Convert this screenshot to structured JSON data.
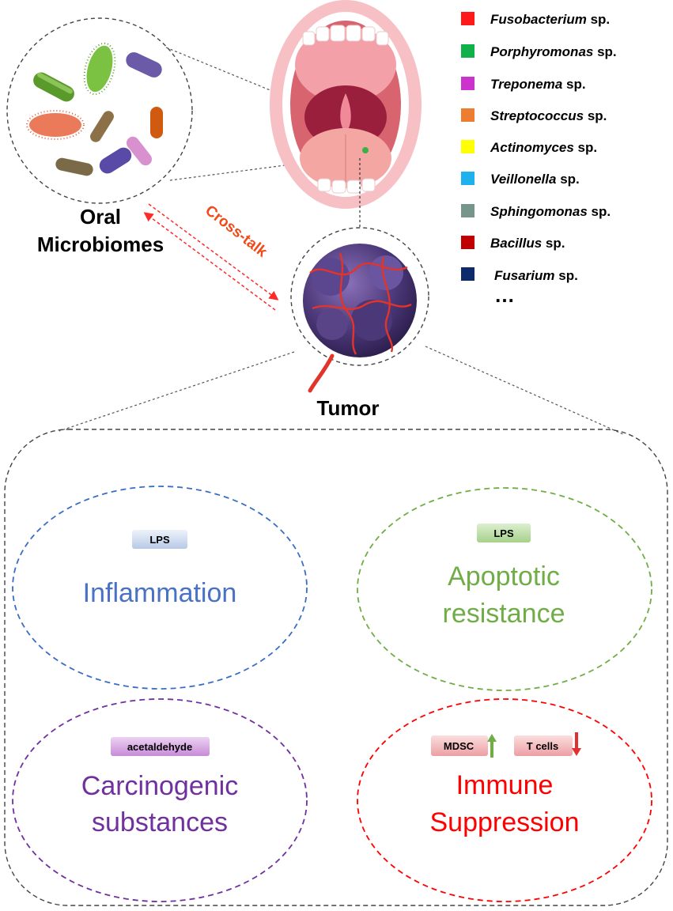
{
  "labels": {
    "oral_line1": "Oral",
    "oral_line2": "Microbiomes",
    "tumor": "Tumor",
    "crosstalk": "Cross-talk"
  },
  "legend": {
    "items": [
      {
        "genus": "Fusobacterium",
        "suffix": " sp.",
        "color": "#ff1a1a"
      },
      {
        "genus": "Porphyromonas",
        "suffix": " sp.",
        "color": "#12b04a"
      },
      {
        "genus": "Treponema",
        "suffix": " sp.",
        "color": "#cc33cc"
      },
      {
        "genus": "Streptococcus",
        "suffix": " sp.",
        "color": "#ed7d31"
      },
      {
        "genus": "Actinomyces",
        "suffix": " sp.",
        "color": "#ffff00"
      },
      {
        "genus": "Veillonella",
        "suffix": " sp.",
        "color": "#1fb0ee"
      },
      {
        "genus": "Sphingomonas",
        "suffix": " sp.",
        "color": "#76958b"
      },
      {
        "genus": "Bacillus",
        "suffix": " sp.",
        "color": "#c00000"
      },
      {
        "genus": "Fusarium",
        "suffix": " sp.",
        "color": "#0d2b6b"
      }
    ],
    "more": "…"
  },
  "effects": {
    "inflammation": {
      "tag": "LPS",
      "line1": "Inflammation",
      "line2": "",
      "color": "#4a72c4"
    },
    "apoptotic": {
      "tag": "LPS",
      "line1": "Apoptotic",
      "line2": "resistance",
      "color": "#70ad47"
    },
    "carcinogenic": {
      "tag": "acetaldehyde",
      "line1": "Carcinogenic",
      "line2": "substances",
      "color": "#7030a0"
    },
    "immune": {
      "tag1": "MDSC",
      "tag2": "T cells",
      "line1": "Immune",
      "line2": "Suppression",
      "color": "#ff0000"
    }
  }
}
